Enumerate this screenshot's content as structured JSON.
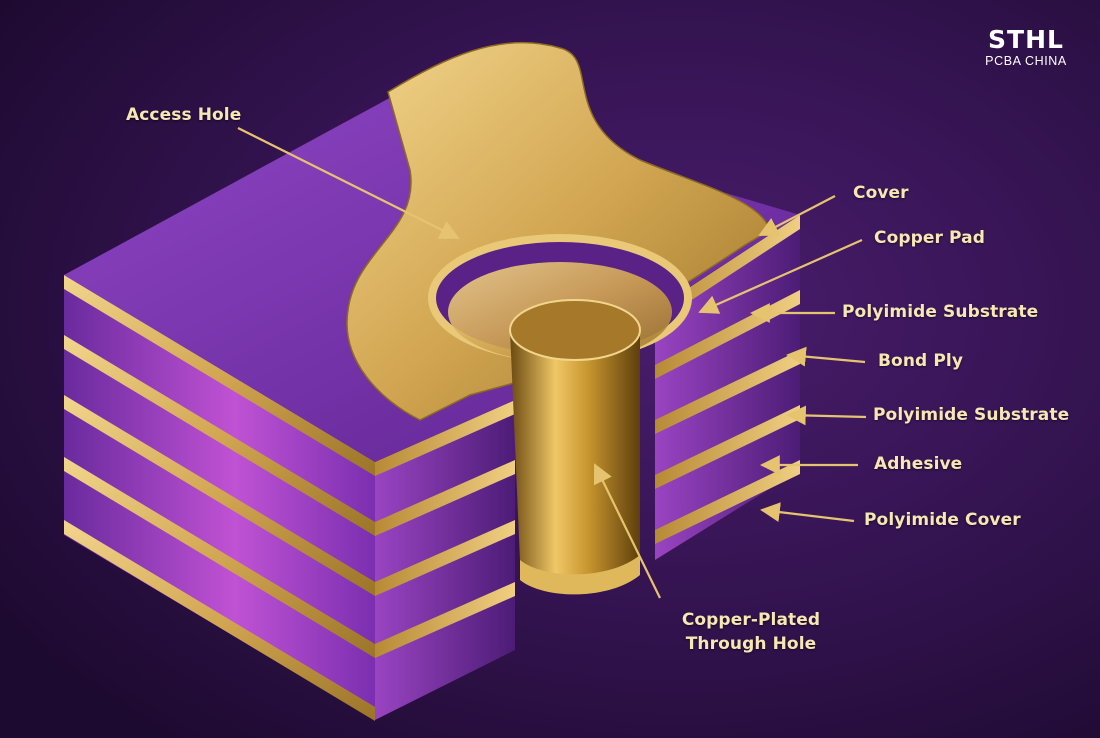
{
  "logo": {
    "mark": "STHL",
    "sub": "PCBA CHINA"
  },
  "labels": {
    "access_hole": "Access Hole",
    "cover": "Cover",
    "copper_pad": "Copper Pad",
    "polyimide_substrate_top": "Polyimide Substrate",
    "bond_ply": "Bond Ply",
    "polyimide_substrate_bottom": "Polyimide Substrate",
    "adhesive": "Adhesive",
    "polyimide_cover": "Polyimide Cover",
    "plated_through_hole": "Copper-Plated Through Hole"
  },
  "colors": {
    "background": "#2a0f44",
    "purple_top": "#7a32b0",
    "purple_layer": "#6b2aa0",
    "purple_bright": "#b24fc8",
    "gold": "#d9b25e",
    "gold_dark": "#8c6a22",
    "label_text": "#f6e7b4"
  }
}
